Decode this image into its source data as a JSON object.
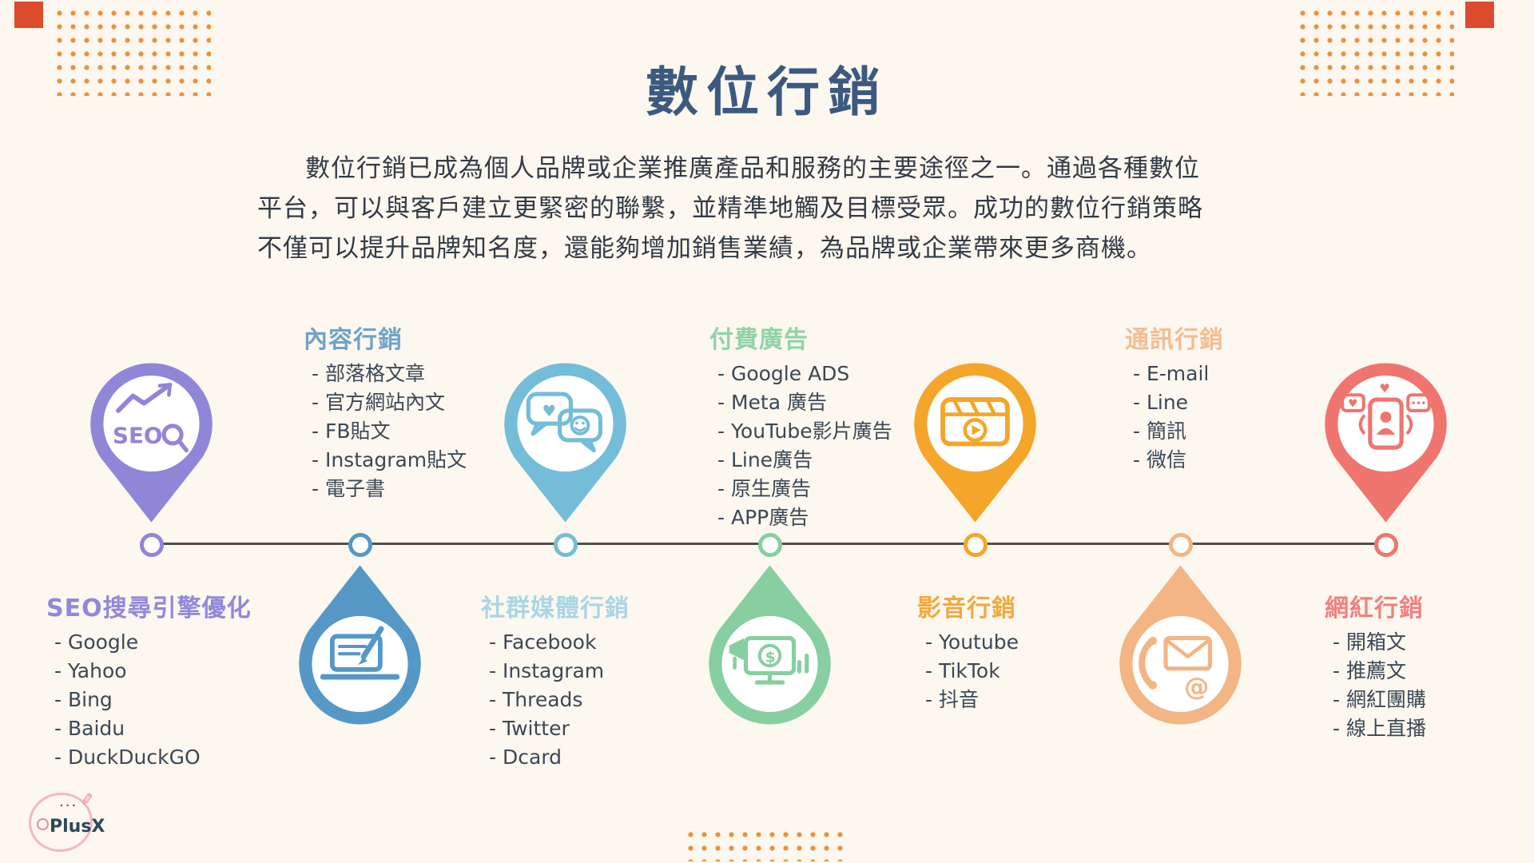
{
  "page": {
    "title": "數位行銷",
    "intro_lines": [
      "數位行銷已成為個人品牌或企業推廣產品和服務的主要途徑之一。通過各種數位",
      "平台，可以與客戶建立更緊密的聯繫，並精準地觸及目標受眾。成功的數位行銷策略",
      "不僅可以提升品牌知名度，還能夠增加銷售業績，為品牌或企業帶來更多商機。"
    ]
  },
  "bullet_prefix": "- ",
  "categories": [
    {
      "id": "seo",
      "title": "SEO搜尋引擎優化",
      "color": "#8F86D8",
      "title_color": "#9288D9",
      "icon": "seo-magnifier",
      "items": [
        "Google",
        "Yahoo",
        "Bing",
        "Baidu",
        "DuckDuckGO"
      ]
    },
    {
      "id": "content",
      "title": "內容行銷",
      "color": "#5598C6",
      "title_color": "#6FA3C8",
      "icon": "laptop-pencil",
      "items": [
        "部落格文章",
        "官方網站內文",
        "FB貼文",
        "Instagram貼文",
        "電子書"
      ]
    },
    {
      "id": "social",
      "title": "社群媒體行銷",
      "color": "#74BDD9",
      "title_color": "#A9D6E5",
      "icon": "chat-bubbles",
      "items": [
        "Facebook",
        "Instagram",
        "Threads",
        "Twitter",
        "Dcard"
      ]
    },
    {
      "id": "paid",
      "title": "付費廣告",
      "color": "#87CFA1",
      "title_color": "#8FD3A6",
      "icon": "monitor-dollar",
      "items": [
        "Google ADS",
        "Meta 廣告",
        "YouTube影片廣告",
        "Line廣告",
        "原生廣告",
        "APP廣告"
      ]
    },
    {
      "id": "video",
      "title": "影音行銷",
      "color": "#F4A62A",
      "title_color": "#F2A93B",
      "icon": "clapperboard",
      "items": [
        "Youtube",
        "TikTok",
        "抖音"
      ]
    },
    {
      "id": "comm",
      "title": "通訊行銷",
      "color": "#F2B583",
      "title_color": "#F3BE92",
      "icon": "phone-envelope",
      "items": [
        "E-mail",
        "Line",
        "簡訊",
        "微信"
      ]
    },
    {
      "id": "influencer",
      "title": "網紅行銷",
      "color": "#F0756F",
      "title_color": "#F0817E",
      "icon": "smartphone-social",
      "items": [
        "開箱文",
        "推薦文",
        "網紅團購",
        "線上直播"
      ]
    }
  ],
  "glyphs": {
    "seo": "SEO",
    "dollar": "$",
    "at": "@",
    "heart": "♥",
    "dots": "···"
  },
  "logo": {
    "text": "PlusX"
  },
  "colors": {
    "background": "#FCF7EF",
    "title": "#3C5A80",
    "body_text": "#333B46",
    "item_text": "#3C4856",
    "timeline": "#4F4F4F",
    "dot_pattern": "#E8923A",
    "corner_square": "#DC4B2C"
  }
}
